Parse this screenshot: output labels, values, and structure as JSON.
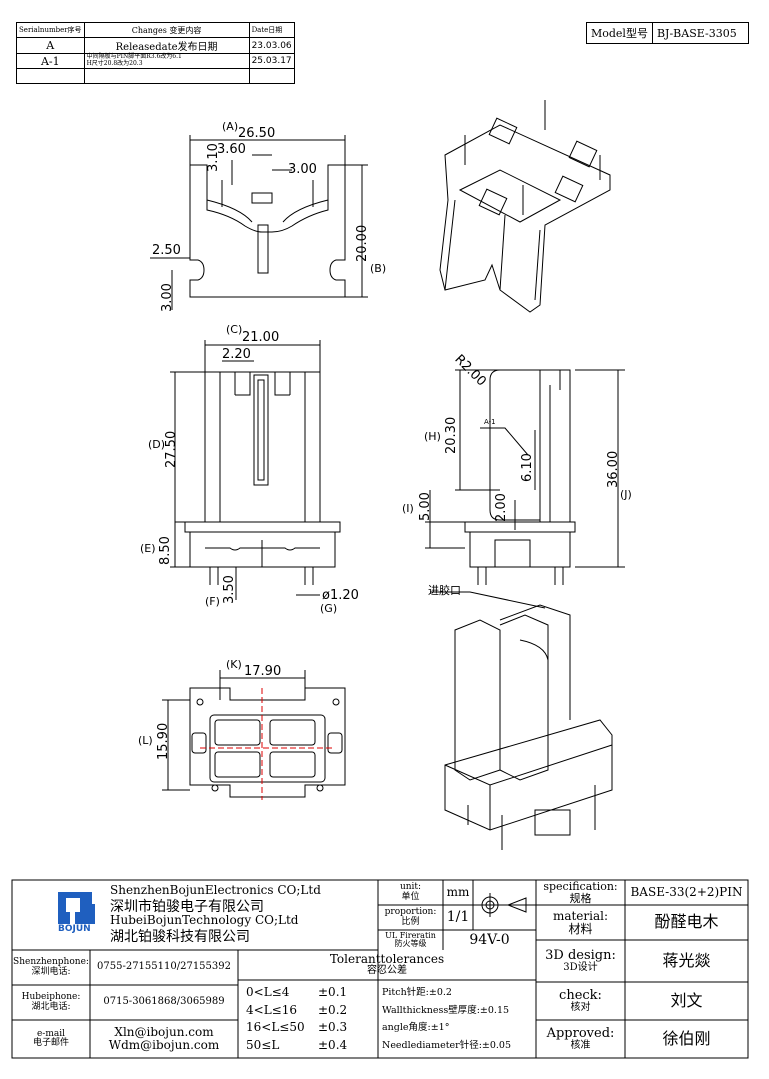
{
  "revision_table": {
    "headers": [
      "Serialnumber序号",
      "Changes 变更内容",
      "Date日期"
    ],
    "rows": [
      {
        "serial": "A",
        "change": "Releasedate发布日期",
        "date": "23.03.06"
      },
      {
        "serial": "A-1",
        "change_line1": "中间隔板与PIN脚平面R3.6改为6.1",
        "change_line2": "H尺寸20.8改为20.3",
        "date": "25.03.17"
      }
    ]
  },
  "model": {
    "label": "Model型号",
    "value": "BJ-BASE-3305"
  },
  "dimensions": {
    "top_view": {
      "a_label": "(A)",
      "a": "26.50",
      "d360": "3.60",
      "d300": "3.00",
      "d310": "3.10",
      "d250": "2.50",
      "d300b": "3.00",
      "b": "20.00",
      "b_label": "(B)"
    },
    "front_view": {
      "c_label": "(C)",
      "c": "21.00",
      "d220": "2.20",
      "d_label": "(D)",
      "d": "27.50",
      "e_label": "(E)",
      "e": "8.50",
      "f_label": "(F)",
      "f": "3.50",
      "g": "ø1.20",
      "g_label": "(G)"
    },
    "side_view": {
      "r": "R2.00",
      "h_label": "(H)",
      "h": "20.30",
      "a1": "A-1",
      "d610": "6.10",
      "i_label": "(I)",
      "i": "5.00",
      "d200": "2.00",
      "j": "36.00",
      "j_label": "(J)"
    },
    "bottom_view": {
      "k_label": "(K)",
      "k": "17.90",
      "l_label": "(L)",
      "l": "15.90"
    },
    "gate_label": "进胶口"
  },
  "title_block": {
    "company_en1": "ShenzhenBojunElectronics CO;Ltd",
    "company_cn1": "深圳市铂骏电子有限公司",
    "company_en2": "HubeiBojunTechnology CO;Ltd",
    "company_cn2": "湖北铂骏科技有限公司",
    "logo_text": "BOJUN",
    "unit_en": "unit:",
    "unit_cn": "单位",
    "unit_value": "mm",
    "proportion_en": "proportion:",
    "proportion_cn": "比例",
    "proportion_value": "1/1",
    "fire_en": "UL Fireratin",
    "fire_cn": "防火等级",
    "fire_value": "94V-0",
    "spec_en": "specification:",
    "spec_cn": "规格",
    "spec_value": "BASE-33(2+2)PIN",
    "material_en": "material:",
    "material_cn": "材料",
    "material_value": "酚醛电木",
    "design_en": "3D design:",
    "design_cn": "3D设计",
    "design_value": "蒋光燚",
    "check_en": "check:",
    "check_cn": "核对",
    "check_value": "刘文",
    "approved_en": "Approved:",
    "approved_cn": "核准",
    "approved_value": "徐伯刚",
    "sz_phone_en": "Shenzhenphone:",
    "sz_phone_cn": "深圳电话:",
    "sz_phone": "0755-27155110/27155392",
    "hb_phone_en": "Hubeiphone:",
    "hb_phone_cn": "湖北电话:",
    "hb_phone": "0715-3061868/3065989",
    "email_en": "e-mail",
    "email_cn": "电子邮件",
    "email1": "Xln@ibojun.com",
    "email2": "Wdm@ibojun.com",
    "tol_en": "Toleranttolerances",
    "tol_cn": "容忍公差",
    "tol_rows": [
      {
        "range": "0<L≤4",
        "val": "±0.1"
      },
      {
        "range": "4<L≤16",
        "val": "±0.2"
      },
      {
        "range": "16<L≤50",
        "val": "±0.3"
      },
      {
        "range": "50≤L",
        "val": "±0.4"
      }
    ],
    "pitch": "Pitch针距:±0.2",
    "wall": "Wallthickness壁厚度:±0.15",
    "angle": "angle角度:±1°",
    "needle": "Needlediameter针径:±0.05"
  }
}
